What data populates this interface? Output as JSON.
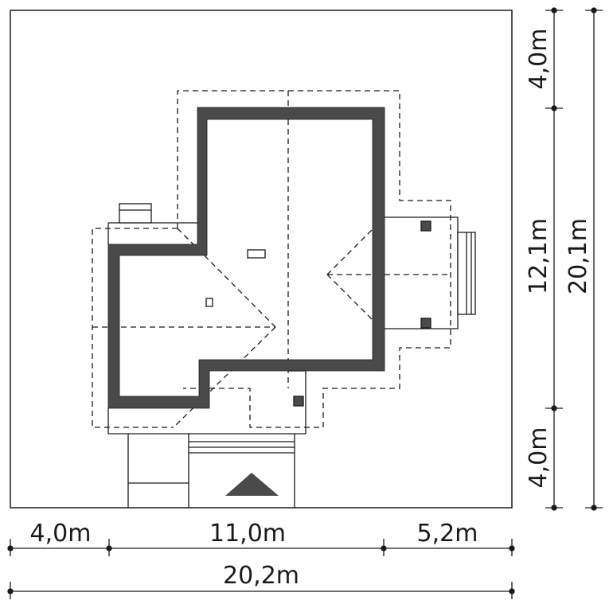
{
  "site_plan": {
    "dimensions": {
      "horizontal": {
        "left_setback": "4,0m",
        "building_width": "11,0m",
        "right_setback": "5,2m",
        "total_width": "20,2m"
      },
      "vertical": {
        "top_setback": "4,0m",
        "building_depth": "12,1m",
        "bottom_setback": "4,0m",
        "total_depth": "20,1m"
      }
    },
    "colors": {
      "wall": "#4a4a4a",
      "line": "#1a1a1a",
      "background": "#ffffff"
    }
  }
}
